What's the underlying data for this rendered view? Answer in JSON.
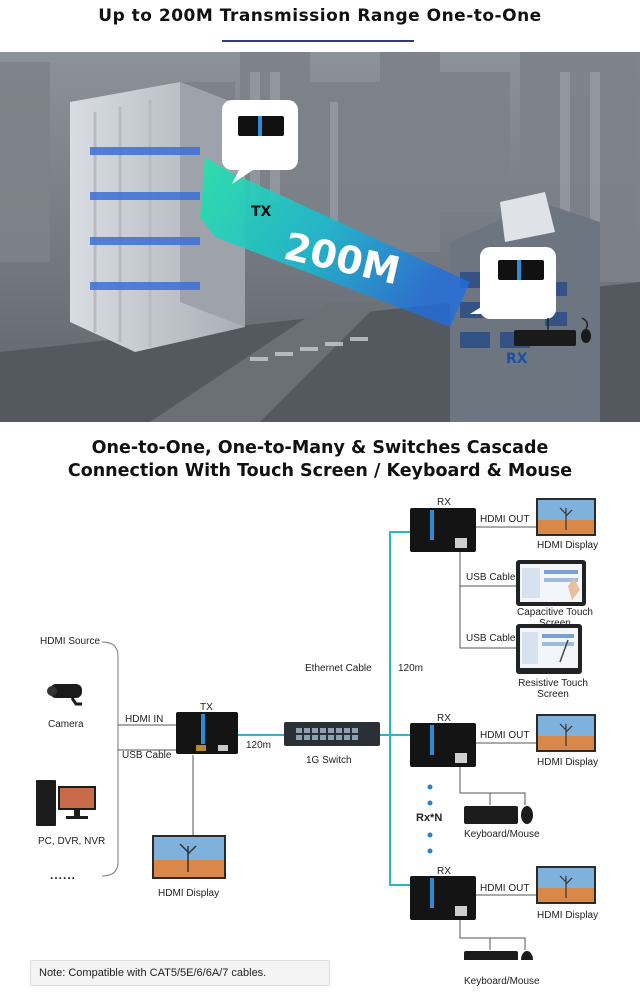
{
  "header": {
    "title": "Up to 200M Transmission Range One-to-One",
    "accent": "#2a3c7a"
  },
  "hero": {
    "tx_label": "TX",
    "rx_label": "RX",
    "distance_label": "200M",
    "beam_color": "#19c9c2"
  },
  "section2": {
    "line1": "One-to-One, One-to-Many & Switches Cascade",
    "line2": "Connection With Touch Screen / Keyboard & Mouse"
  },
  "diagram": {
    "hdmi_source": "HDMI Source",
    "camera": "Camera",
    "pc_dvr_nvr": "PC, DVR, NVR",
    "more_sources": "......",
    "tx_label": "TX",
    "hdmi_in": "HDMI  IN",
    "usb_cable_tx": "USB Cable",
    "distance_tx": "120m",
    "hdmi_display_tx": "HDMI Display",
    "switch_label": "1G Switch",
    "ethernet_cable": "Ethernet Cable",
    "distance_ethernet": "120m",
    "rx1": {
      "label": "RX",
      "hdmi_out": "HDMI  OUT",
      "display": "HDMI  Display",
      "usb_cable_1": "USB Cable",
      "capacitive_line1": "Capacitive Touch",
      "capacitive_line2": "Screen",
      "usb_cable_2": "USB Cable",
      "resistive_line1": "Resistive Touch",
      "resistive_line2": "Screen"
    },
    "rx2": {
      "label": "RX",
      "hdmi_out": "HDMI  OUT",
      "display": "HDMI  Display",
      "keyboard": "Keyboard/Mouse"
    },
    "rxn_label": "Rx*N",
    "rx3": {
      "label": "RX",
      "hdmi_out": "HDMI  OUT",
      "display": "HDMI  Display",
      "keyboard": "Keyboard/Mouse"
    },
    "cable_color": "#2bb8c6",
    "dot_color": "#2d7fc9"
  },
  "footer": {
    "note": "Note: Compatible with CAT5/5E/6/6A/7 cables."
  }
}
